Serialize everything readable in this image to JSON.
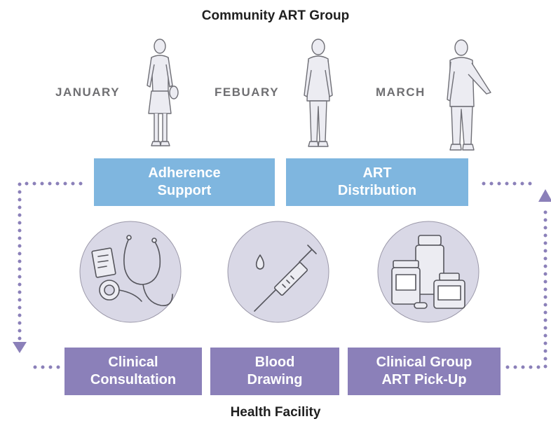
{
  "top_title": "Community ART Group",
  "bottom_title": "Health Facility",
  "months": [
    "JANUARY",
    "FEBUARY",
    "MARCH"
  ],
  "community_boxes": [
    {
      "label": "Adherence\nSupport"
    },
    {
      "label": "ART\nDistribution"
    }
  ],
  "facility_boxes": [
    {
      "label": "Clinical\nConsultation"
    },
    {
      "label": "Blood\nDrawing"
    },
    {
      "label": "Clinical Group\nART Pick-Up"
    }
  ],
  "colors": {
    "community_box": "#7fb6df",
    "facility_box": "#8b80b9",
    "circle_fill": "#d9d8e6",
    "arrow": "#8b80b9"
  },
  "icons": {
    "person_1": "person-woman-icon",
    "person_2": "person-woman-icon",
    "person_3": "person-man-icon",
    "circle_1": "stethoscope-icon",
    "circle_2": "syringe-icon",
    "circle_3": "medicine-bottles-icon"
  }
}
